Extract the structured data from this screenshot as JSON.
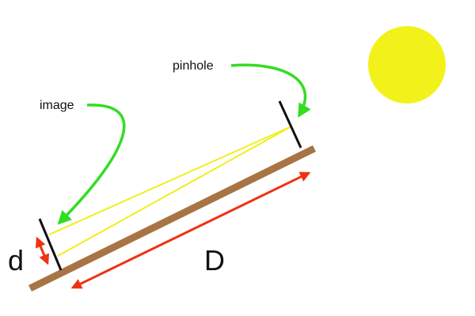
{
  "labels": {
    "pinhole": "pinhole",
    "image": "image",
    "d": "d",
    "D": "D"
  },
  "colors": {
    "sun": "#f2f21a",
    "beam": "#a87444",
    "rays": "#f2ee1a",
    "pointer": "#33dd22",
    "dimension": "#ee3311",
    "screen": "#111111",
    "text": "#111111"
  },
  "icons": {
    "sun": "sun-icon",
    "pointer_arrow": "curved-arrow-icon",
    "dimension_arrow": "double-headed-arrow-icon"
  }
}
